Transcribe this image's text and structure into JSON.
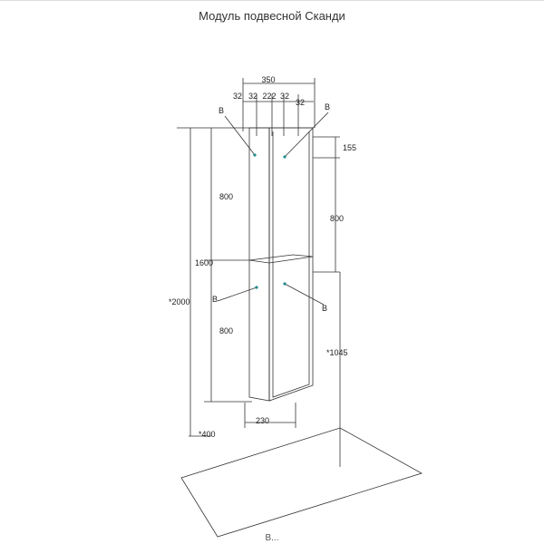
{
  "title": "Модуль подвесной Сканди",
  "labels": {
    "w350": "350",
    "d32a": "32",
    "d32b": "32",
    "d222": "222",
    "d32c": "32",
    "d32d": "32",
    "h155": "155",
    "h800_l_top": "800",
    "h800_r_top": "800",
    "h1600": "1600",
    "h2000": "*2000",
    "h800_l_bot": "800",
    "h1045": "*1045",
    "h400": "*400",
    "w230": "230",
    "b1": "B",
    "b2": "B",
    "b3": "B",
    "b4": "B"
  },
  "footer_text": "В..."
}
